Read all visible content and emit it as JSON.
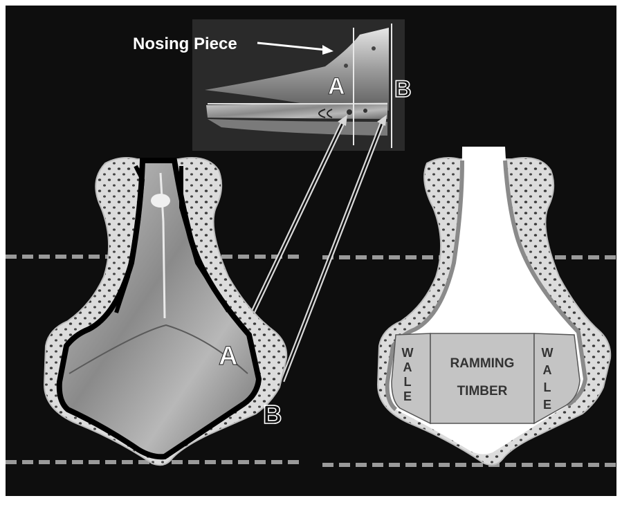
{
  "labels": {
    "nosing_piece": "Nosing Piece",
    "section_a": "A",
    "section_b": "B",
    "photo_a": "A",
    "photo_b": "B",
    "ramming_timber_line1": "RAMMING",
    "ramming_timber_line2": "TIMBER",
    "wale_left": [
      "W",
      "A",
      "L",
      "E"
    ],
    "wale_right": [
      "W",
      "A",
      "L",
      "E"
    ]
  },
  "colors": {
    "background": "#0e0e0e",
    "border": "#ffffff",
    "wood_shell": "#dcdcdc",
    "nail_holes": "#3a3a3a",
    "section_outline": "#000000",
    "dashed_guides": "#9a9a9a",
    "timber_fill": "#c4c4c4",
    "cavity_fill": "#ffffff"
  }
}
